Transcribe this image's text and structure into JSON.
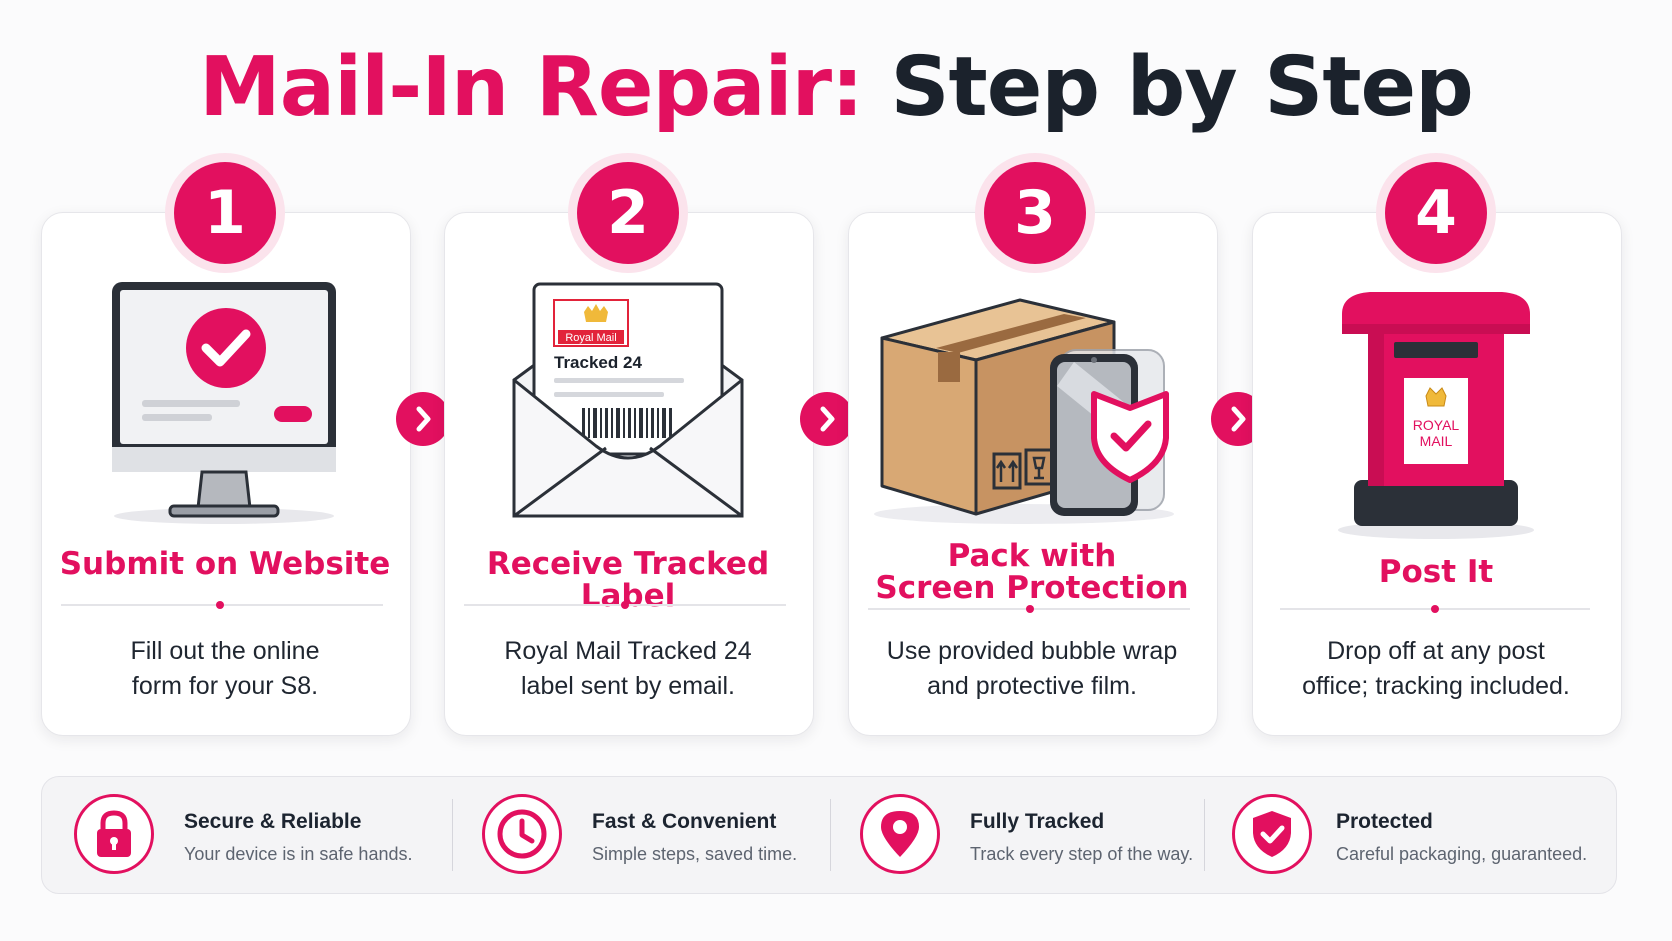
{
  "title": {
    "part1": "Mail-In Repair:",
    "part2": "Step by Step"
  },
  "colors": {
    "accent": "#e2105f",
    "dark": "#1b222c"
  },
  "steps": [
    {
      "number": "1",
      "title_line1": "Submit on Website",
      "title_line2": "",
      "desc_line1": "Fill out the online",
      "desc_line2": "form for your S8.",
      "icon": "monitor-check-icon"
    },
    {
      "number": "2",
      "title_line1": "Receive Tracked Label",
      "title_line2": "",
      "desc_line1": "Royal Mail Tracked 24",
      "desc_line2": "label sent by email.",
      "icon": "envelope-label-icon",
      "label_brand": "Royal Mail",
      "label_text": "Tracked 24"
    },
    {
      "number": "3",
      "title_line1": "Pack with",
      "title_line2": "Screen Protection",
      "desc_line1": "Use provided bubble wrap",
      "desc_line2": "and protective film.",
      "icon": "box-phone-shield-icon"
    },
    {
      "number": "4",
      "title_line1": "Post It",
      "title_line2": "",
      "desc_line1": "Drop off at any post",
      "desc_line2": "office; tracking included.",
      "icon": "postbox-icon",
      "postbox_line1": "ROYAL",
      "postbox_line2": "MAIL"
    }
  ],
  "features": [
    {
      "title": "Secure & Reliable",
      "subtitle": "Your device is in safe hands.",
      "icon": "lock-icon"
    },
    {
      "title": "Fast & Convenient",
      "subtitle": "Simple steps, saved time.",
      "icon": "clock-icon"
    },
    {
      "title": "Fully Tracked",
      "subtitle": "Track every step of the way.",
      "icon": "location-pin-icon"
    },
    {
      "title": "Protected",
      "subtitle": "Careful packaging, guaranteed.",
      "icon": "shield-check-icon"
    }
  ]
}
